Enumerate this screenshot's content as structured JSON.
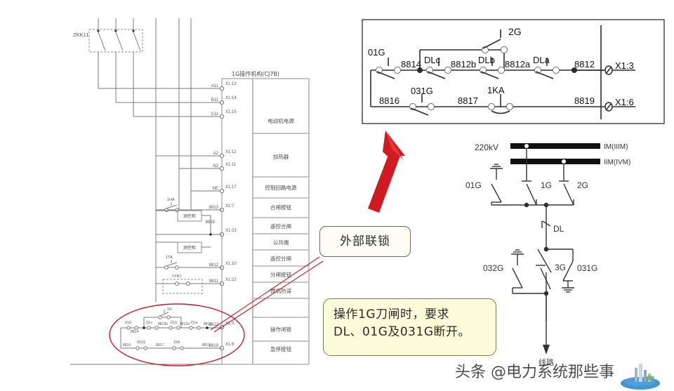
{
  "document": {
    "kind": "electrical-schematic",
    "watermark": "头条 @电力系统那些事"
  },
  "main_panel": {
    "title": "1G操作机构(CJ7B)",
    "breaker_label": "ZKK11",
    "function_blocks": [
      "电动机电源",
      "加热器",
      "控制回路电源",
      "合闸按钮",
      "遥控合闸",
      "公共端",
      "遥控分闸",
      "分闸按钮",
      "微机防误",
      "操作闭锁",
      "急停按钮"
    ],
    "terminals": [
      {
        "signal": "A11",
        "terminal": "X1:13"
      },
      {
        "signal": "B11",
        "terminal": "X1:14"
      },
      {
        "signal": "C11",
        "terminal": "X1:15"
      },
      {
        "signal": "A2",
        "terminal": "X1:12"
      },
      {
        "signal": "N2",
        "terminal": "X1:11"
      },
      {
        "signal": "NE",
        "terminal": "X1:17"
      },
      {
        "signal": "8813",
        "terminal": "X1:7"
      },
      {
        "signal": "8815",
        "terminal": "X1:23"
      },
      {
        "signal": "8812",
        "terminal": "X1:10"
      },
      {
        "signal": "8811",
        "terminal": "X1:22"
      },
      {
        "signal": "8812",
        "terminal": "X1:3"
      },
      {
        "signal": "8819",
        "terminal": "X1:6"
      }
    ],
    "control_devices": [
      {
        "label": "1HA"
      },
      {
        "label": "1TA"
      },
      {
        "label": "1YBJ"
      }
    ],
    "cabinet_boxes": [
      "测控柜",
      "测控柜"
    ]
  },
  "inset": {
    "top_branch": {
      "parallel_switch": "2G",
      "switches": [
        "01G",
        "DLc",
        "DLb",
        "DLa"
      ],
      "wire_numbers": [
        "8814",
        "8812b",
        "8812a",
        "8812"
      ],
      "terminal": "X1:3"
    },
    "bottom_branch": {
      "switches": [
        "031G",
        "1KA"
      ],
      "wire_numbers": [
        "8816",
        "8817",
        "8819"
      ],
      "terminal": "X1:6"
    }
  },
  "single_line": {
    "voltage": "220kV",
    "bus_labels": [
      "IM(IIIM)",
      "IIM(IVM)"
    ],
    "disconnectors": [
      "01G",
      "1G",
      "2G",
      "032G",
      "3G",
      "031G"
    ],
    "breaker": "DL",
    "outgoing": "线路"
  },
  "callouts": {
    "external_interlock": "外部联锁",
    "requirement_line1": "操作1G刀闸时，要求",
    "requirement_line2": "DL、01G及031G断开。"
  },
  "colors": {
    "accent_red": "#c9172b",
    "callout_yellow": "#fcfbd9",
    "wire_grey": "#7a7a7a",
    "inset_black": "#2d2d2d"
  }
}
